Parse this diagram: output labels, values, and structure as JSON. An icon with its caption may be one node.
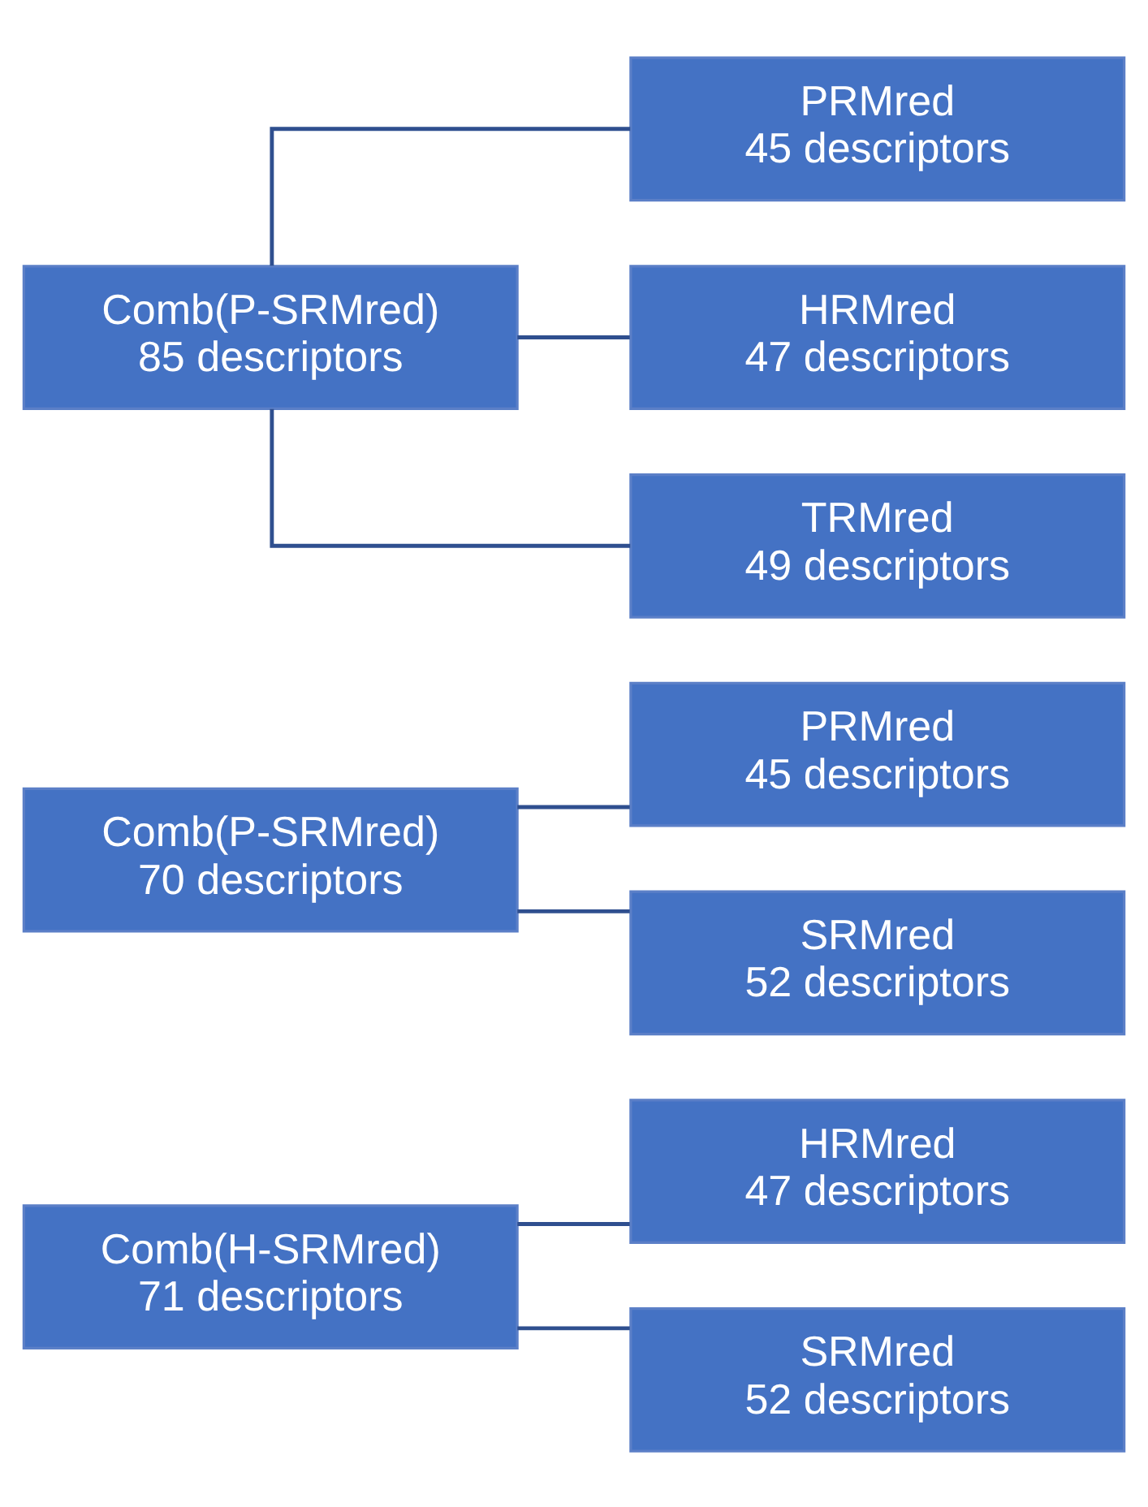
{
  "diagram": {
    "nodes": [
      {
        "text": [
          "Comb(H-SRMred)",
          "71 descriptors"
        ]
      },
      {
        "text": [
          "HRMred",
          "47 descriptors"
        ]
      },
      {
        "text": [
          "SRMred",
          "52 descriptors"
        ]
      },
      {
        "text": [
          "Comb(P-SRMred)",
          "70 descriptors"
        ]
      },
      {
        "text": [
          "PRMred",
          "45 descriptors"
        ]
      },
      {
        "text": [
          "SRMred",
          "52 descriptors"
        ]
      },
      {
        "text": [
          "Comb(P-SRMred)",
          "85 descriptors"
        ]
      },
      {
        "text": [
          "PRMred",
          "45 descriptors"
        ]
      },
      {
        "text": [
          "HRMred",
          "47 descriptors"
        ]
      },
      {
        "text": [
          "TRMred",
          "49 descriptors"
        ]
      }
    ],
    "edges": [
      {
        "from": 0,
        "to": 1,
        "arrow": "none"
      },
      {
        "from": 0,
        "to": 2,
        "arrow": "none"
      },
      {
        "from": 3,
        "to": 4,
        "arrow": "none"
      },
      {
        "from": 3,
        "to": 5,
        "arrow": "none"
      },
      {
        "from": 6,
        "to": 7,
        "arrow": "none"
      },
      {
        "from": 6,
        "to": 8,
        "arrow": "none"
      },
      {
        "from": 6,
        "to": 9,
        "arrow": "none"
      }
    ]
  }
}
